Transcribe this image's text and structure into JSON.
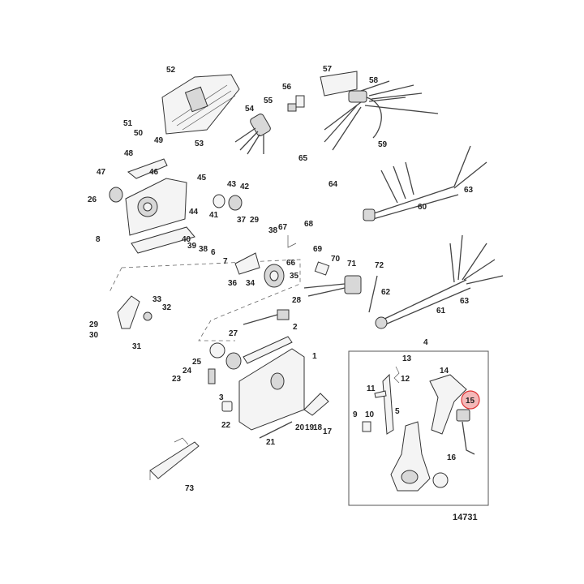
{
  "figure_number": "14731",
  "highlighted_callout": "15",
  "colors": {
    "highlight_fill": "#f4b8b8",
    "highlight_stroke": "#d33333"
  },
  "callouts": [
    "1",
    "2",
    "3",
    "4",
    "5",
    "6",
    "7",
    "8",
    "9",
    "10",
    "11",
    "12",
    "13",
    "14",
    "15",
    "16",
    "17",
    "18",
    "19",
    "20",
    "21",
    "22",
    "23",
    "24",
    "25",
    "26",
    "27",
    "28",
    "29",
    "30",
    "31",
    "32",
    "33",
    "34",
    "35",
    "36",
    "37",
    "38",
    "39",
    "40",
    "41",
    "42",
    "43",
    "44",
    "45",
    "46",
    "47",
    "48",
    "49",
    "50",
    "51",
    "52",
    "53",
    "54",
    "55",
    "56",
    "57",
    "58",
    "59",
    "60",
    "61",
    "62",
    "63",
    "64",
    "65",
    "66",
    "67",
    "68",
    "69",
    "70",
    "71",
    "72",
    "73",
    "29",
    "38",
    "63"
  ]
}
